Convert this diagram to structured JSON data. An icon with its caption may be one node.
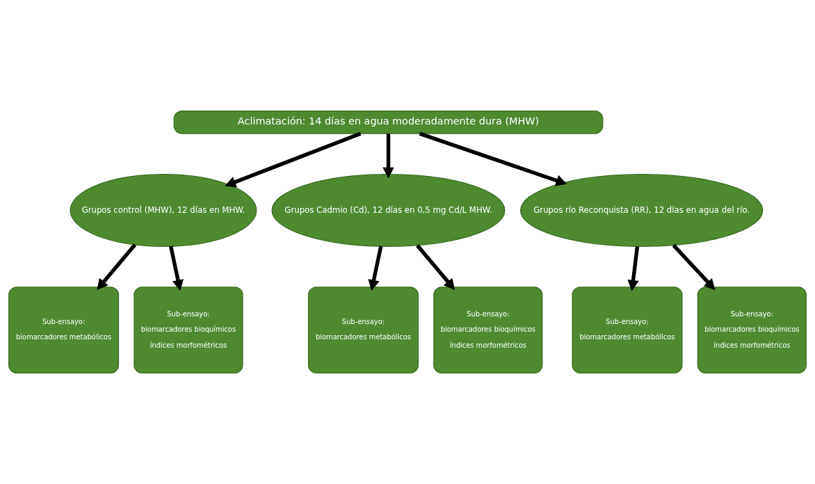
{
  "diagram": {
    "nodes": [
      {
        "text": [
          "Aclimatación: 14 días en agua moderadamente dura (MHW)"
        ]
      },
      {
        "text": [
          "Grupos control (MHW), 12 días en MHW."
        ]
      },
      {
        "text": [
          "Grupos Cadmio (Cd), 12 días en 0,5 mg Cd/L MHW."
        ]
      },
      {
        "text": [
          "Grupos río Reconquista (RR), 12 días en agua del río."
        ]
      },
      {
        "text": [
          "Sub-ensayo:",
          "biomarcadores metabólicos"
        ]
      },
      {
        "text": [
          "Sub-ensayo:",
          "biomarcadores bioquímicos",
          "índices morfométricos"
        ]
      },
      {
        "text": [
          "Sub-ensayo:",
          "biomarcadores metabólicos"
        ]
      },
      {
        "text": [
          "Sub-ensayo:",
          "biomarcadores bioquímicos",
          "índices morfométricos"
        ]
      },
      {
        "text": [
          "Sub-ensayo:",
          "biomarcadores metabólicos"
        ]
      },
      {
        "text": [
          "Sub-ensayo:",
          "biomarcadores bioquímicos",
          "índices morfométricos"
        ]
      }
    ],
    "edges": [
      {
        "from": 0,
        "to": 1,
        "arrow": "to"
      },
      {
        "from": 0,
        "to": 2,
        "arrow": "to"
      },
      {
        "from": 0,
        "to": 3,
        "arrow": "to"
      },
      {
        "from": 1,
        "to": 4,
        "arrow": "to"
      },
      {
        "from": 1,
        "to": 5,
        "arrow": "to"
      },
      {
        "from": 2,
        "to": 6,
        "arrow": "to"
      },
      {
        "from": 2,
        "to": 7,
        "arrow": "to"
      },
      {
        "from": 3,
        "to": 8,
        "arrow": "to"
      },
      {
        "from": 3,
        "to": 9,
        "arrow": "to"
      }
    ]
  }
}
